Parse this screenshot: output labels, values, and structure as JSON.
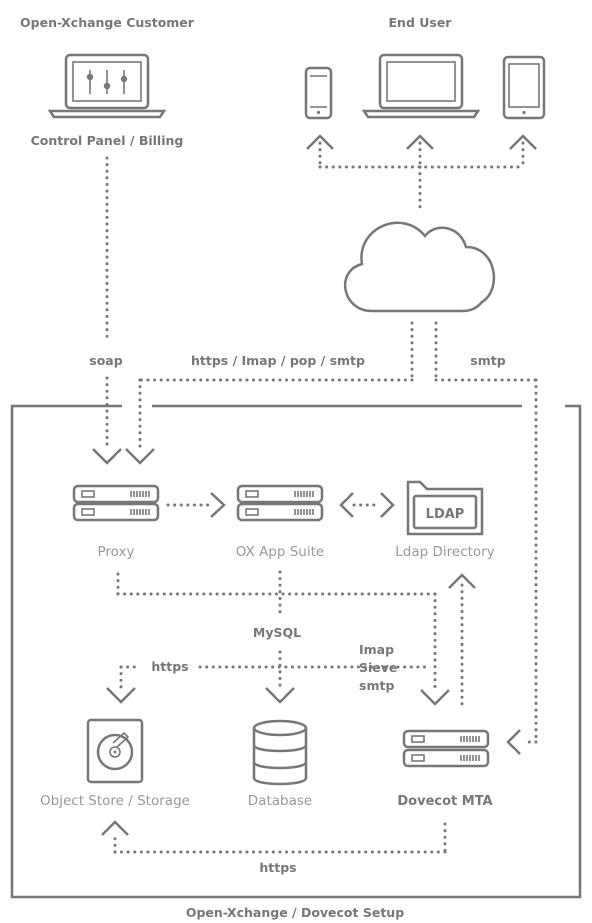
{
  "labels": {
    "customer": "Open-Xchange Customer",
    "end_user": "End User",
    "control_panel": "Control Panel / Billing",
    "soap": "soap",
    "https_imap": "https / Imap / pop / smtp",
    "smtp_top": "smtp",
    "proxy": "Proxy",
    "app_suite": "OX App Suite",
    "ldap_directory": "Ldap Directory",
    "ldap_badge": "LDAP",
    "mysql": "MySQL",
    "https_left": "https",
    "imap": "Imap",
    "sieve": "Sieve",
    "smtp_mid": "smtp",
    "object_store": "Object Store / Storage",
    "database": "Database",
    "dovecot": "Dovecot MTA",
    "https_bottom": "https",
    "setup": "Open-Xchange / Dovecot Setup"
  },
  "colors": {
    "line": "#777777",
    "label_bold": "#777777",
    "label_light": "#999999",
    "background": "#ffffff"
  }
}
